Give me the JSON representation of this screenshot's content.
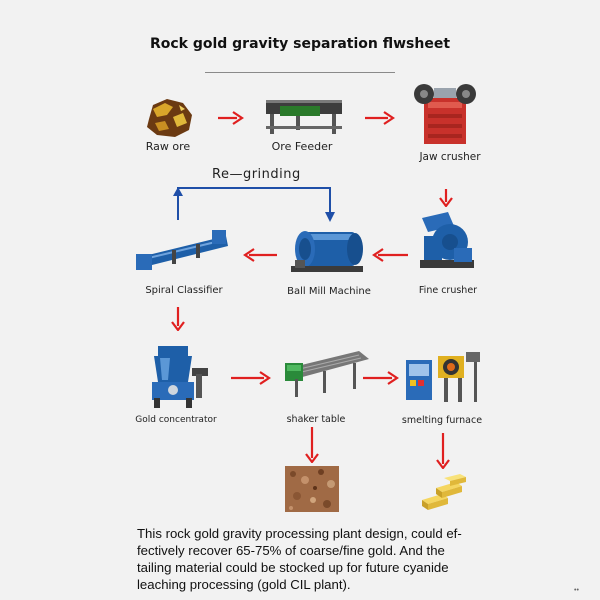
{
  "title": "Rock gold gravity separation flwsheet",
  "regrind_label": "Re—grinding",
  "nodes": {
    "raw_ore": "Raw ore",
    "ore_feeder": "Ore Feeder",
    "jaw_crusher": "Jaw crusher",
    "fine_crusher": "Fine crusher",
    "ball_mill": "Ball Mill Machine",
    "spiral_classifier": "Spiral Classifier",
    "gold_concentrator": "Gold concentrator",
    "shaker_table": "shaker table",
    "smelting_furnace": "smelting furnace"
  },
  "description": "This rock gold gravity processing plant design, could ef-fectively recover 65-75% of coarse/fine gold.  And the tailing material could be stocked up for future cyanide leaching processing (gold CIL plant).",
  "colors": {
    "arrow_red": "#e02020",
    "arrow_blue": "#1f4fa8",
    "machine_blue": "#1e5fa8",
    "crusher_red": "#c8312b",
    "gold": "#e9c13a"
  }
}
